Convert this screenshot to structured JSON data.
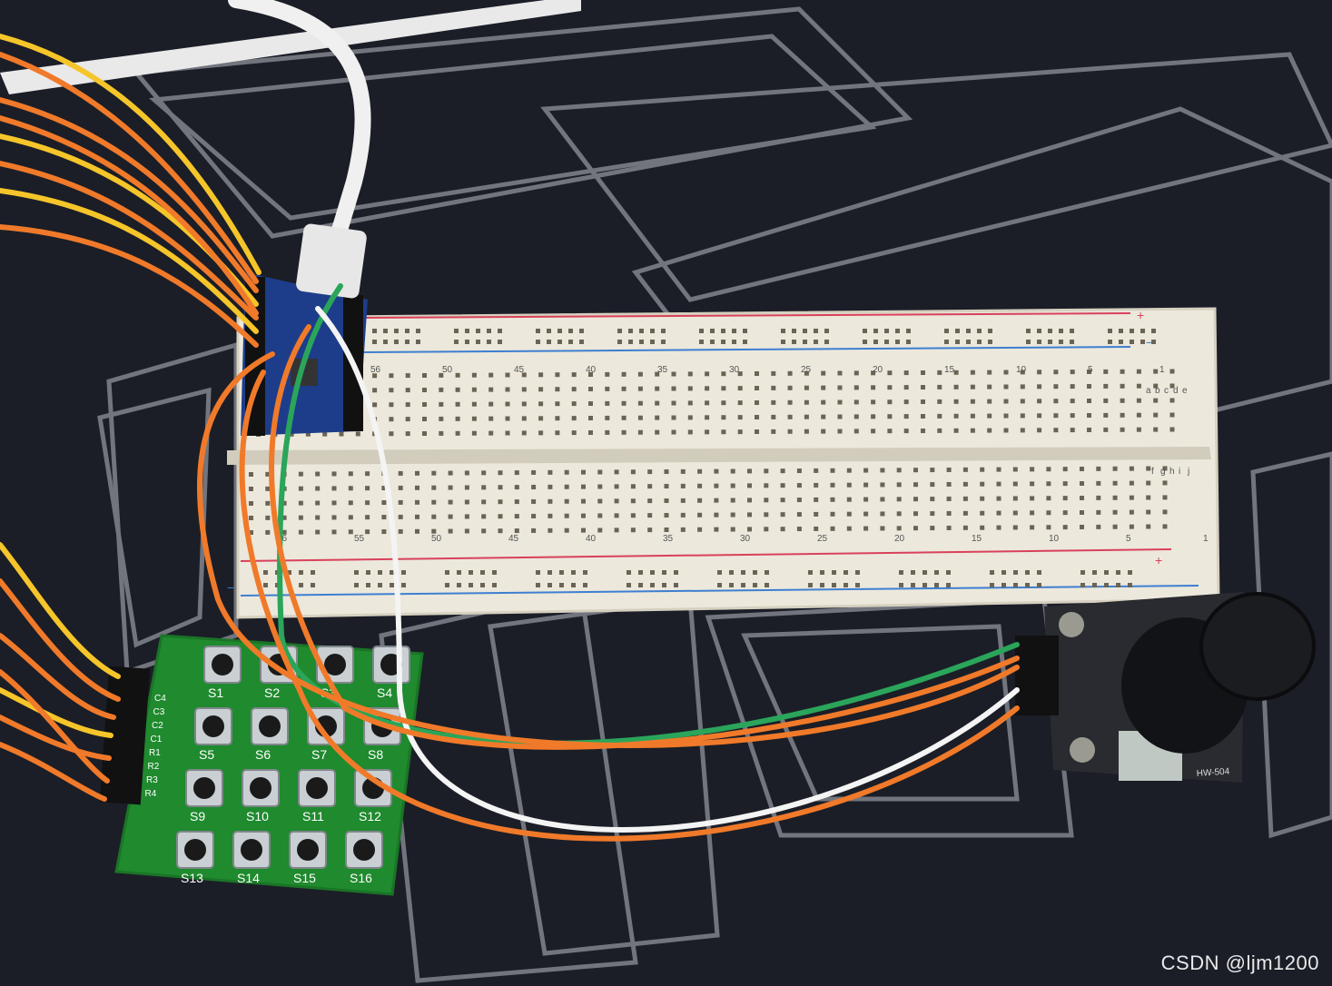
{
  "watermark": "CSDN @ljm1200",
  "breadboard": {
    "top_numbers": [
      "56",
      "50",
      "45",
      "40",
      "35",
      "30",
      "25",
      "20",
      "15",
      "10",
      "5",
      "1"
    ],
    "bottom_numbers": [
      "56",
      "55",
      "50",
      "45",
      "40",
      "35",
      "30",
      "25",
      "20",
      "15",
      "10",
      "5",
      "1"
    ],
    "row_letters_top": [
      "a",
      "b",
      "c",
      "d",
      "e"
    ],
    "row_letters_bottom": [
      "f",
      "g",
      "h",
      "i",
      "j"
    ],
    "plus": "+",
    "minus": "−"
  },
  "keypad": {
    "pins": [
      "C4",
      "C3",
      "C2",
      "C1",
      "R1",
      "R2",
      "R3",
      "R4"
    ],
    "keys": [
      "S1",
      "S2",
      "S3",
      "S4",
      "S5",
      "S6",
      "S7",
      "S8",
      "S9",
      "S10",
      "S11",
      "S12",
      "S13",
      "S14",
      "S15",
      "S16"
    ]
  },
  "joystick": {
    "label": "HW-504"
  },
  "colors": {
    "mat": "#1b1e27",
    "mat_lines": "#b9bcc4",
    "breadboard": "#ece8dc",
    "keypad_pcb": "#1f8a2e",
    "wire_orange": "#f07a2a",
    "wire_yellow": "#f5c52a",
    "wire_green": "#2aa55a",
    "wire_white": "#f4f4f4",
    "rail_red": "#d9415a",
    "rail_blue": "#3e7fd0"
  }
}
